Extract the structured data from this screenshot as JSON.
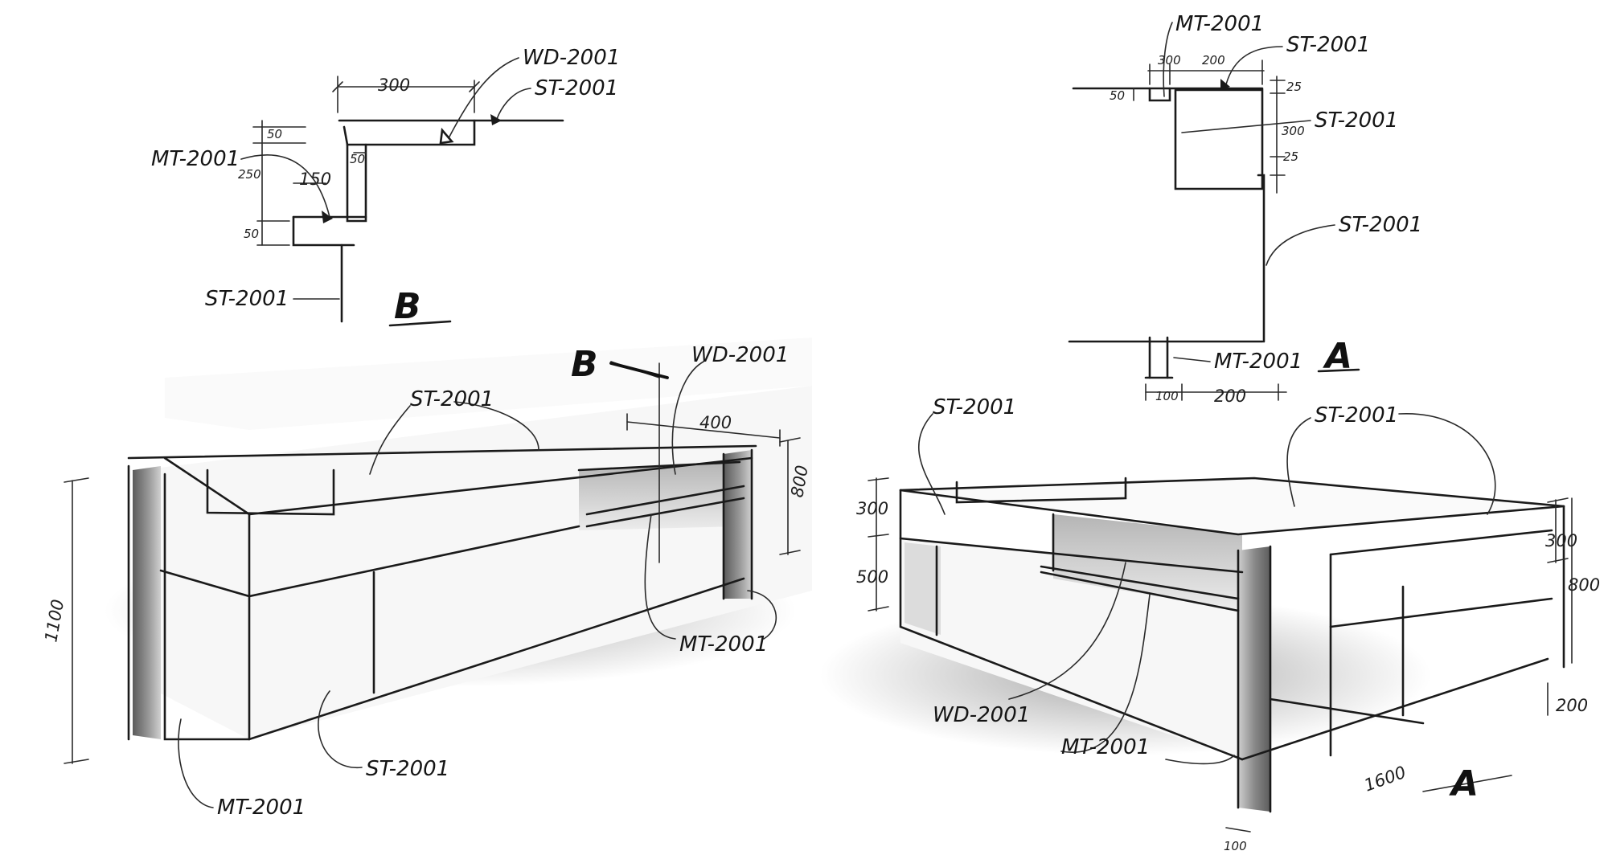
{
  "colors": {
    "ink": "#1a1a1a",
    "paper": "#ffffff",
    "shade": "#9a9a9a"
  },
  "section_b": {
    "title": "B",
    "tags": {
      "wood": "WD-2001",
      "stone_top": "ST-2001",
      "metal": "MT-2001",
      "stone_base": "ST-2001"
    },
    "dims": {
      "d300": "300",
      "d50a": "50",
      "d50b": "50",
      "d250": "250",
      "d150": "150",
      "d50c": "50"
    }
  },
  "section_a": {
    "title": "A",
    "tags": {
      "metal_top": "MT-2001",
      "stone_top": "ST-2001",
      "stone_mid": "ST-2001",
      "stone_side": "ST-2001",
      "metal_bottom": "MT-2001"
    },
    "dims": {
      "d300a": "300",
      "d200a": "200",
      "d25a": "25",
      "d50": "50",
      "d300b": "300",
      "d25b": "25",
      "d100": "100",
      "d200b": "200"
    }
  },
  "view_left": {
    "section_mark": "B",
    "tags": {
      "stone_top": "ST-2001",
      "wood": "WD-2001",
      "metal_right": "MT-2001",
      "stone_front": "ST-2001",
      "metal_left": "MT-2001"
    },
    "dims": {
      "depth": "400",
      "height_right": "800",
      "height_left": "1100"
    }
  },
  "view_right": {
    "section_mark": "A",
    "tags": {
      "stone_left": "ST-2001",
      "stone_top": "ST-2001",
      "wood": "WD-2001",
      "metal": "MT-2001"
    },
    "dims": {
      "d300l": "300",
      "d500": "500",
      "d300r": "300",
      "d800": "800",
      "d200": "200",
      "d1600": "1600",
      "d100": "100"
    }
  }
}
